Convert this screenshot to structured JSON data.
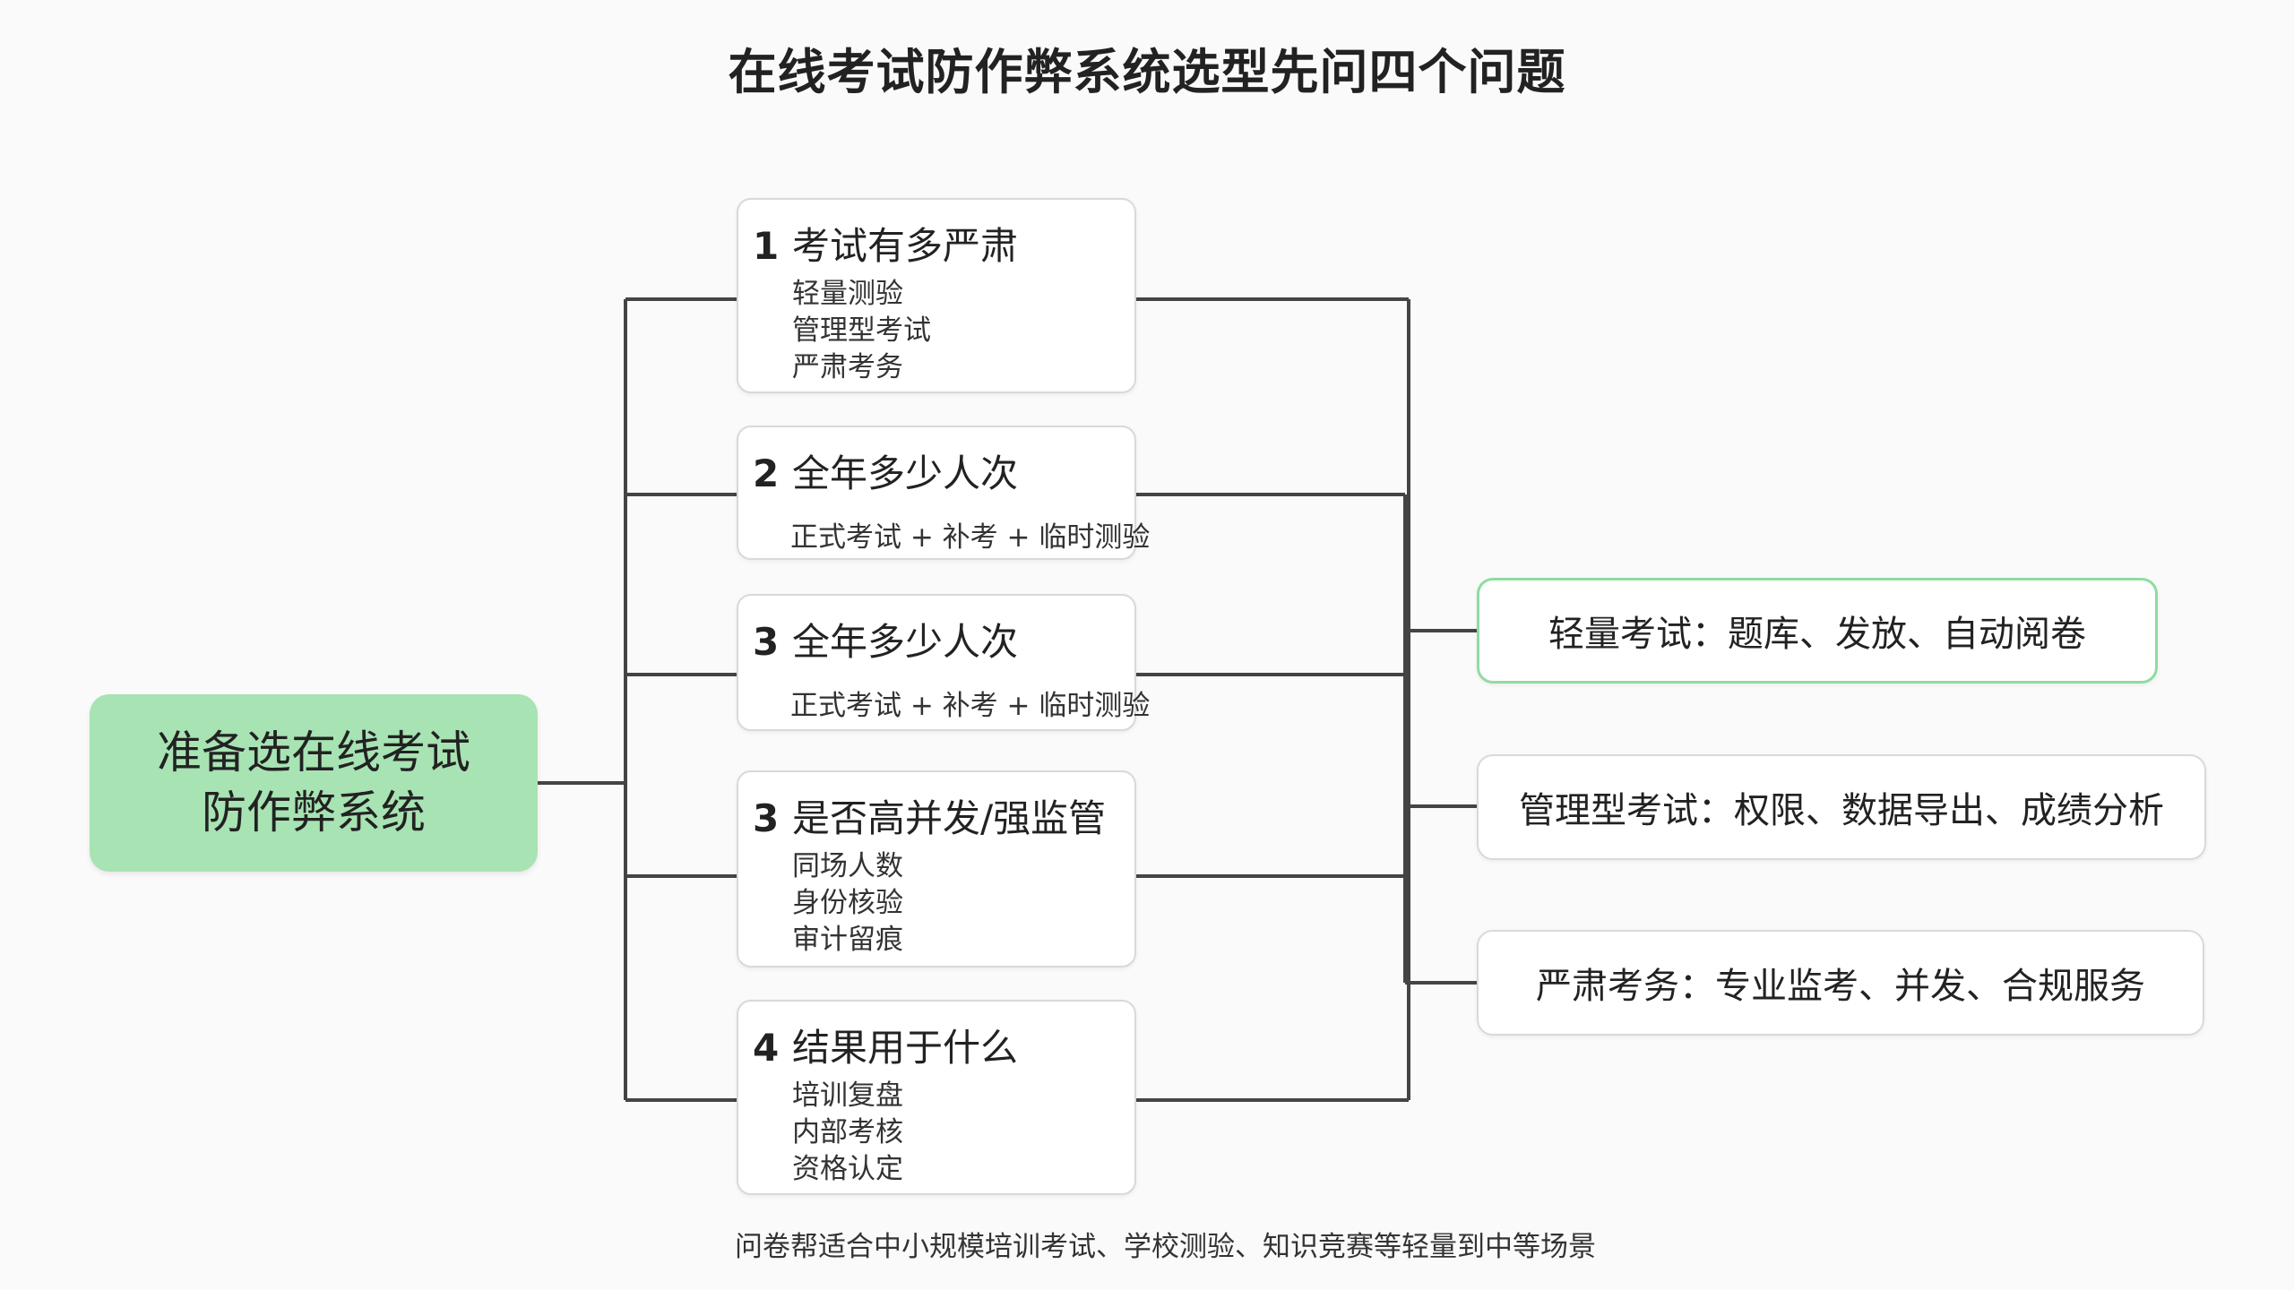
{
  "title": "在线考试防作弊系统选型先问四个问题",
  "root": {
    "line1": "准备选在线考试",
    "line2": "防作弊系统"
  },
  "questions": [
    {
      "num": "1",
      "title": "考试有多严肃",
      "items": [
        "轻量测验",
        "管理型考试",
        "严肃考务"
      ]
    },
    {
      "num": "2",
      "title": "全年多少人次",
      "sub": "正式考试 + 补考 + 临时测验"
    },
    {
      "num": "3",
      "title": "全年多少人次",
      "sub": "正式考试 + 补考 + 临时测验"
    },
    {
      "num": "3",
      "title": "是否高并发/强监管",
      "items": [
        "同场人数",
        "身份核验",
        "审计留痕"
      ]
    },
    {
      "num": "4",
      "title": "结果用于什么",
      "items": [
        "培训复盘",
        "内部考核",
        "资格认定"
      ]
    }
  ],
  "recommendations": [
    {
      "text": "轻量考试：题库、发放、自动阅卷"
    },
    {
      "text": "管理型考试：权限、数据导出、成绩分析"
    },
    {
      "text": "严肃考务：专业监考、并发、合规服务"
    }
  ],
  "footer": "问卷帮适合中小规模培训考试、学校测验、知识竞赛等轻量到中等场景",
  "colors": {
    "root_fill": "#a7e3b3",
    "accent_border": "#8fdc9f",
    "connector": "#444444"
  }
}
